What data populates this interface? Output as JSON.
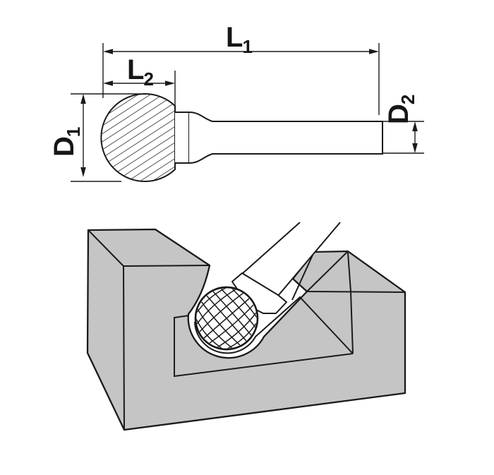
{
  "diagram": {
    "title_present": false,
    "dimension_labels": {
      "l1": {
        "main": "L",
        "sub": "1"
      },
      "l2": {
        "main": "L",
        "sub": "2"
      },
      "d1": {
        "main": "D",
        "sub": "1"
      },
      "d2": {
        "main": "D",
        "sub": "2"
      }
    },
    "colors": {
      "line": "#1a1a1a",
      "gray": "#c5c5c5",
      "bg": "#ffffff"
    }
  }
}
